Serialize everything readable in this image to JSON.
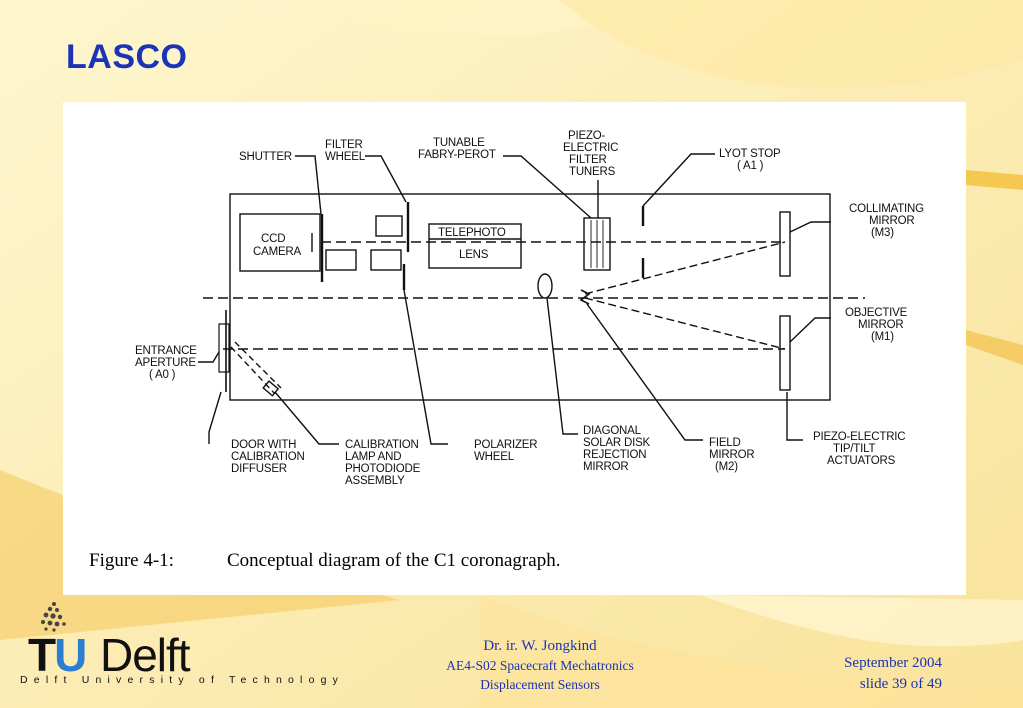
{
  "slide": {
    "title": "LASCO"
  },
  "figure": {
    "caption_number": "Figure 4-1:",
    "caption_text": "Conceptual diagram of the C1 coronagraph.",
    "labels": {
      "shutter": "SHUTTER",
      "filter_wheel": [
        "FILTER",
        "WHEEL"
      ],
      "tunable": [
        "TUNABLE",
        "FABRY-PEROT"
      ],
      "piezo_tuners": [
        "PIEZO-",
        "ELECTRIC",
        "FILTER",
        "TUNERS"
      ],
      "lyot_stop": [
        "LYOT STOP",
        "( A1 )"
      ],
      "collimating_mirror": [
        "COLLIMATING",
        "MIRROR",
        "(M3)"
      ],
      "ccd_camera": [
        "CCD",
        "CAMERA"
      ],
      "telephoto_lens": [
        "TELEPHOTO",
        "LENS"
      ],
      "entrance_aperture": [
        "ENTRANCE",
        "APERTURE",
        "( A0 )"
      ],
      "objective_mirror": [
        "OBJECTIVE",
        "MIRROR",
        "(M1)"
      ],
      "door": [
        "DOOR WITH",
        "CALIBRATION",
        "DIFFUSER"
      ],
      "calibration": [
        "CALIBRATION",
        "LAMP AND",
        "PHOTODIODE",
        "ASSEMBLY"
      ],
      "polarizer": [
        "POLARIZER",
        "WHEEL"
      ],
      "diagonal": [
        "DIAGONAL",
        "SOLAR DISK",
        "REJECTION",
        "MIRROR"
      ],
      "field_mirror": [
        "FIELD",
        "MIRROR",
        "(M2)"
      ],
      "piezo_actuators": [
        "PIEZO-ELECTRIC",
        "TIP/TILT",
        "ACTUATORS"
      ]
    }
  },
  "footer": {
    "author": "Dr. ir. W. Jongkind",
    "course": "AE4-S02 Spacecraft Mechatronics",
    "topic": "Displacement Sensors",
    "date": "September 2004",
    "slide_number": "slide 39 of 49"
  },
  "logo": {
    "tu": "TU",
    "delft": "Delft",
    "subtitle": "Delft University of Technology"
  },
  "colors": {
    "background": "#fbeeb4",
    "accent_blue": "#1b33b8",
    "logo_blue": "#2a7fd0",
    "swoosh": "#f2bf3a"
  }
}
